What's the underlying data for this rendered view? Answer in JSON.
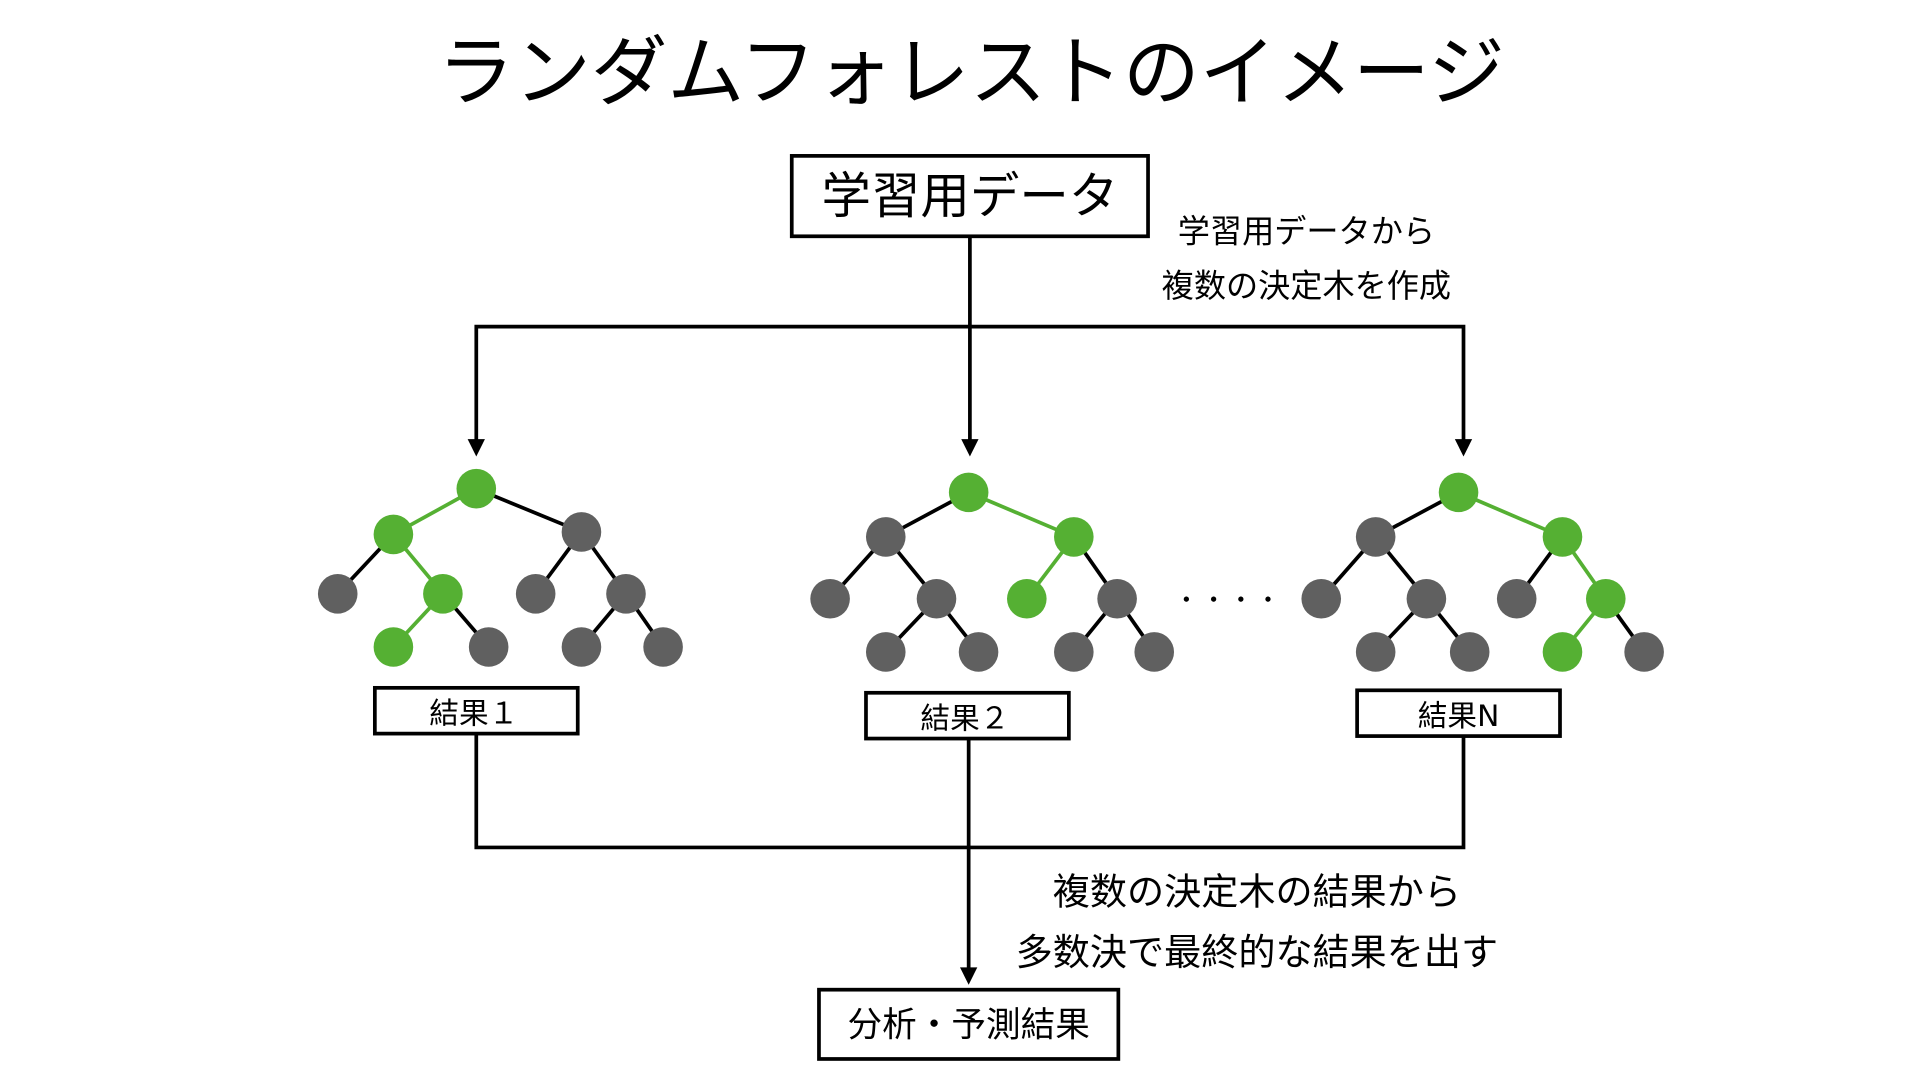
{
  "title": "ランダムフォレストのイメージ",
  "colors": {
    "highlight": "#55b033",
    "node": "#606060",
    "edge": "#000000",
    "box_border": "#000000",
    "background": "#ffffff"
  },
  "source_box": {
    "label": "学習用データ"
  },
  "annotation_top": {
    "lines": [
      "学習用データから",
      "複数の決定木を作成"
    ]
  },
  "ellipsis": "・・・・",
  "trees": [
    {
      "result_label": "結果１",
      "nodes": [
        {
          "id": "r",
          "level": 0,
          "highlight": true
        },
        {
          "id": "a",
          "parent": "r",
          "level": 1,
          "highlight": true
        },
        {
          "id": "b",
          "parent": "r",
          "level": 1,
          "highlight": false
        },
        {
          "id": "a1",
          "parent": "a",
          "level": 2,
          "highlight": false
        },
        {
          "id": "a2",
          "parent": "a",
          "level": 2,
          "highlight": true
        },
        {
          "id": "b1",
          "parent": "b",
          "level": 2,
          "highlight": false
        },
        {
          "id": "b2",
          "parent": "b",
          "level": 2,
          "highlight": false
        },
        {
          "id": "a21",
          "parent": "a2",
          "level": 3,
          "highlight": true
        },
        {
          "id": "a22",
          "parent": "a2",
          "level": 3,
          "highlight": false
        },
        {
          "id": "b21",
          "parent": "b2",
          "level": 3,
          "highlight": false
        },
        {
          "id": "b22",
          "parent": "b2",
          "level": 3,
          "highlight": false
        }
      ]
    },
    {
      "result_label": "結果２",
      "nodes": [
        {
          "id": "r",
          "level": 0,
          "highlight": true
        },
        {
          "id": "a",
          "parent": "r",
          "level": 1,
          "highlight": false
        },
        {
          "id": "b",
          "parent": "r",
          "level": 1,
          "highlight": true
        },
        {
          "id": "a1",
          "parent": "a",
          "level": 2,
          "highlight": false
        },
        {
          "id": "a2",
          "parent": "a",
          "level": 2,
          "highlight": false
        },
        {
          "id": "b1",
          "parent": "b",
          "level": 2,
          "highlight": true
        },
        {
          "id": "b2",
          "parent": "b",
          "level": 2,
          "highlight": false
        },
        {
          "id": "a21",
          "parent": "a2",
          "level": 3,
          "highlight": false
        },
        {
          "id": "a22",
          "parent": "a2",
          "level": 3,
          "highlight": false
        },
        {
          "id": "b21",
          "parent": "b2",
          "level": 3,
          "highlight": false
        },
        {
          "id": "b22",
          "parent": "b2",
          "level": 3,
          "highlight": false
        }
      ]
    },
    {
      "result_label": "結果N",
      "nodes": [
        {
          "id": "r",
          "level": 0,
          "highlight": true
        },
        {
          "id": "a",
          "parent": "r",
          "level": 1,
          "highlight": false
        },
        {
          "id": "b",
          "parent": "r",
          "level": 1,
          "highlight": true
        },
        {
          "id": "a1",
          "parent": "a",
          "level": 2,
          "highlight": false
        },
        {
          "id": "a2",
          "parent": "a",
          "level": 2,
          "highlight": false
        },
        {
          "id": "b1",
          "parent": "b",
          "level": 2,
          "highlight": false
        },
        {
          "id": "b2",
          "parent": "b",
          "level": 2,
          "highlight": true
        },
        {
          "id": "a21",
          "parent": "a2",
          "level": 3,
          "highlight": false
        },
        {
          "id": "a22",
          "parent": "a2",
          "level": 3,
          "highlight": false
        },
        {
          "id": "b21",
          "parent": "b2",
          "level": 3,
          "highlight": true
        },
        {
          "id": "b22",
          "parent": "b2",
          "level": 3,
          "highlight": false
        }
      ]
    }
  ],
  "annotation_bottom": {
    "lines": [
      "複数の決定木の結果から",
      "多数決で最終的な結果を出す"
    ]
  },
  "output_box": {
    "label": "分析・予測結果"
  }
}
